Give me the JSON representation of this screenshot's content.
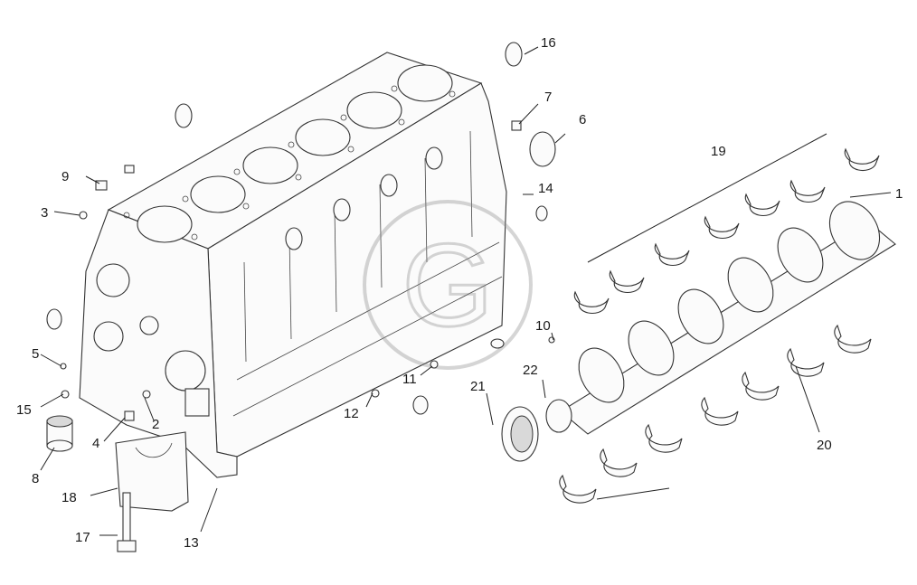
{
  "diagram": {
    "watermark_glyph": "G",
    "callouts": [
      {
        "id": "c1",
        "text": "1"
      },
      {
        "id": "c2",
        "text": "2"
      },
      {
        "id": "c3",
        "text": "3"
      },
      {
        "id": "c4",
        "text": "4"
      },
      {
        "id": "c5",
        "text": "5"
      },
      {
        "id": "c6",
        "text": "6"
      },
      {
        "id": "c7",
        "text": "7"
      },
      {
        "id": "c8",
        "text": "8"
      },
      {
        "id": "c9",
        "text": "9"
      },
      {
        "id": "c10",
        "text": "10"
      },
      {
        "id": "c11",
        "text": "11"
      },
      {
        "id": "c12",
        "text": "12"
      },
      {
        "id": "c13",
        "text": "13"
      },
      {
        "id": "c14",
        "text": "14"
      },
      {
        "id": "c15",
        "text": "15"
      },
      {
        "id": "c16",
        "text": "16"
      },
      {
        "id": "c17",
        "text": "17"
      },
      {
        "id": "c18",
        "text": "18"
      },
      {
        "id": "c19",
        "text": "19"
      },
      {
        "id": "c20",
        "text": "20"
      },
      {
        "id": "c21",
        "text": "21"
      },
      {
        "id": "c22",
        "text": "22"
      }
    ]
  }
}
